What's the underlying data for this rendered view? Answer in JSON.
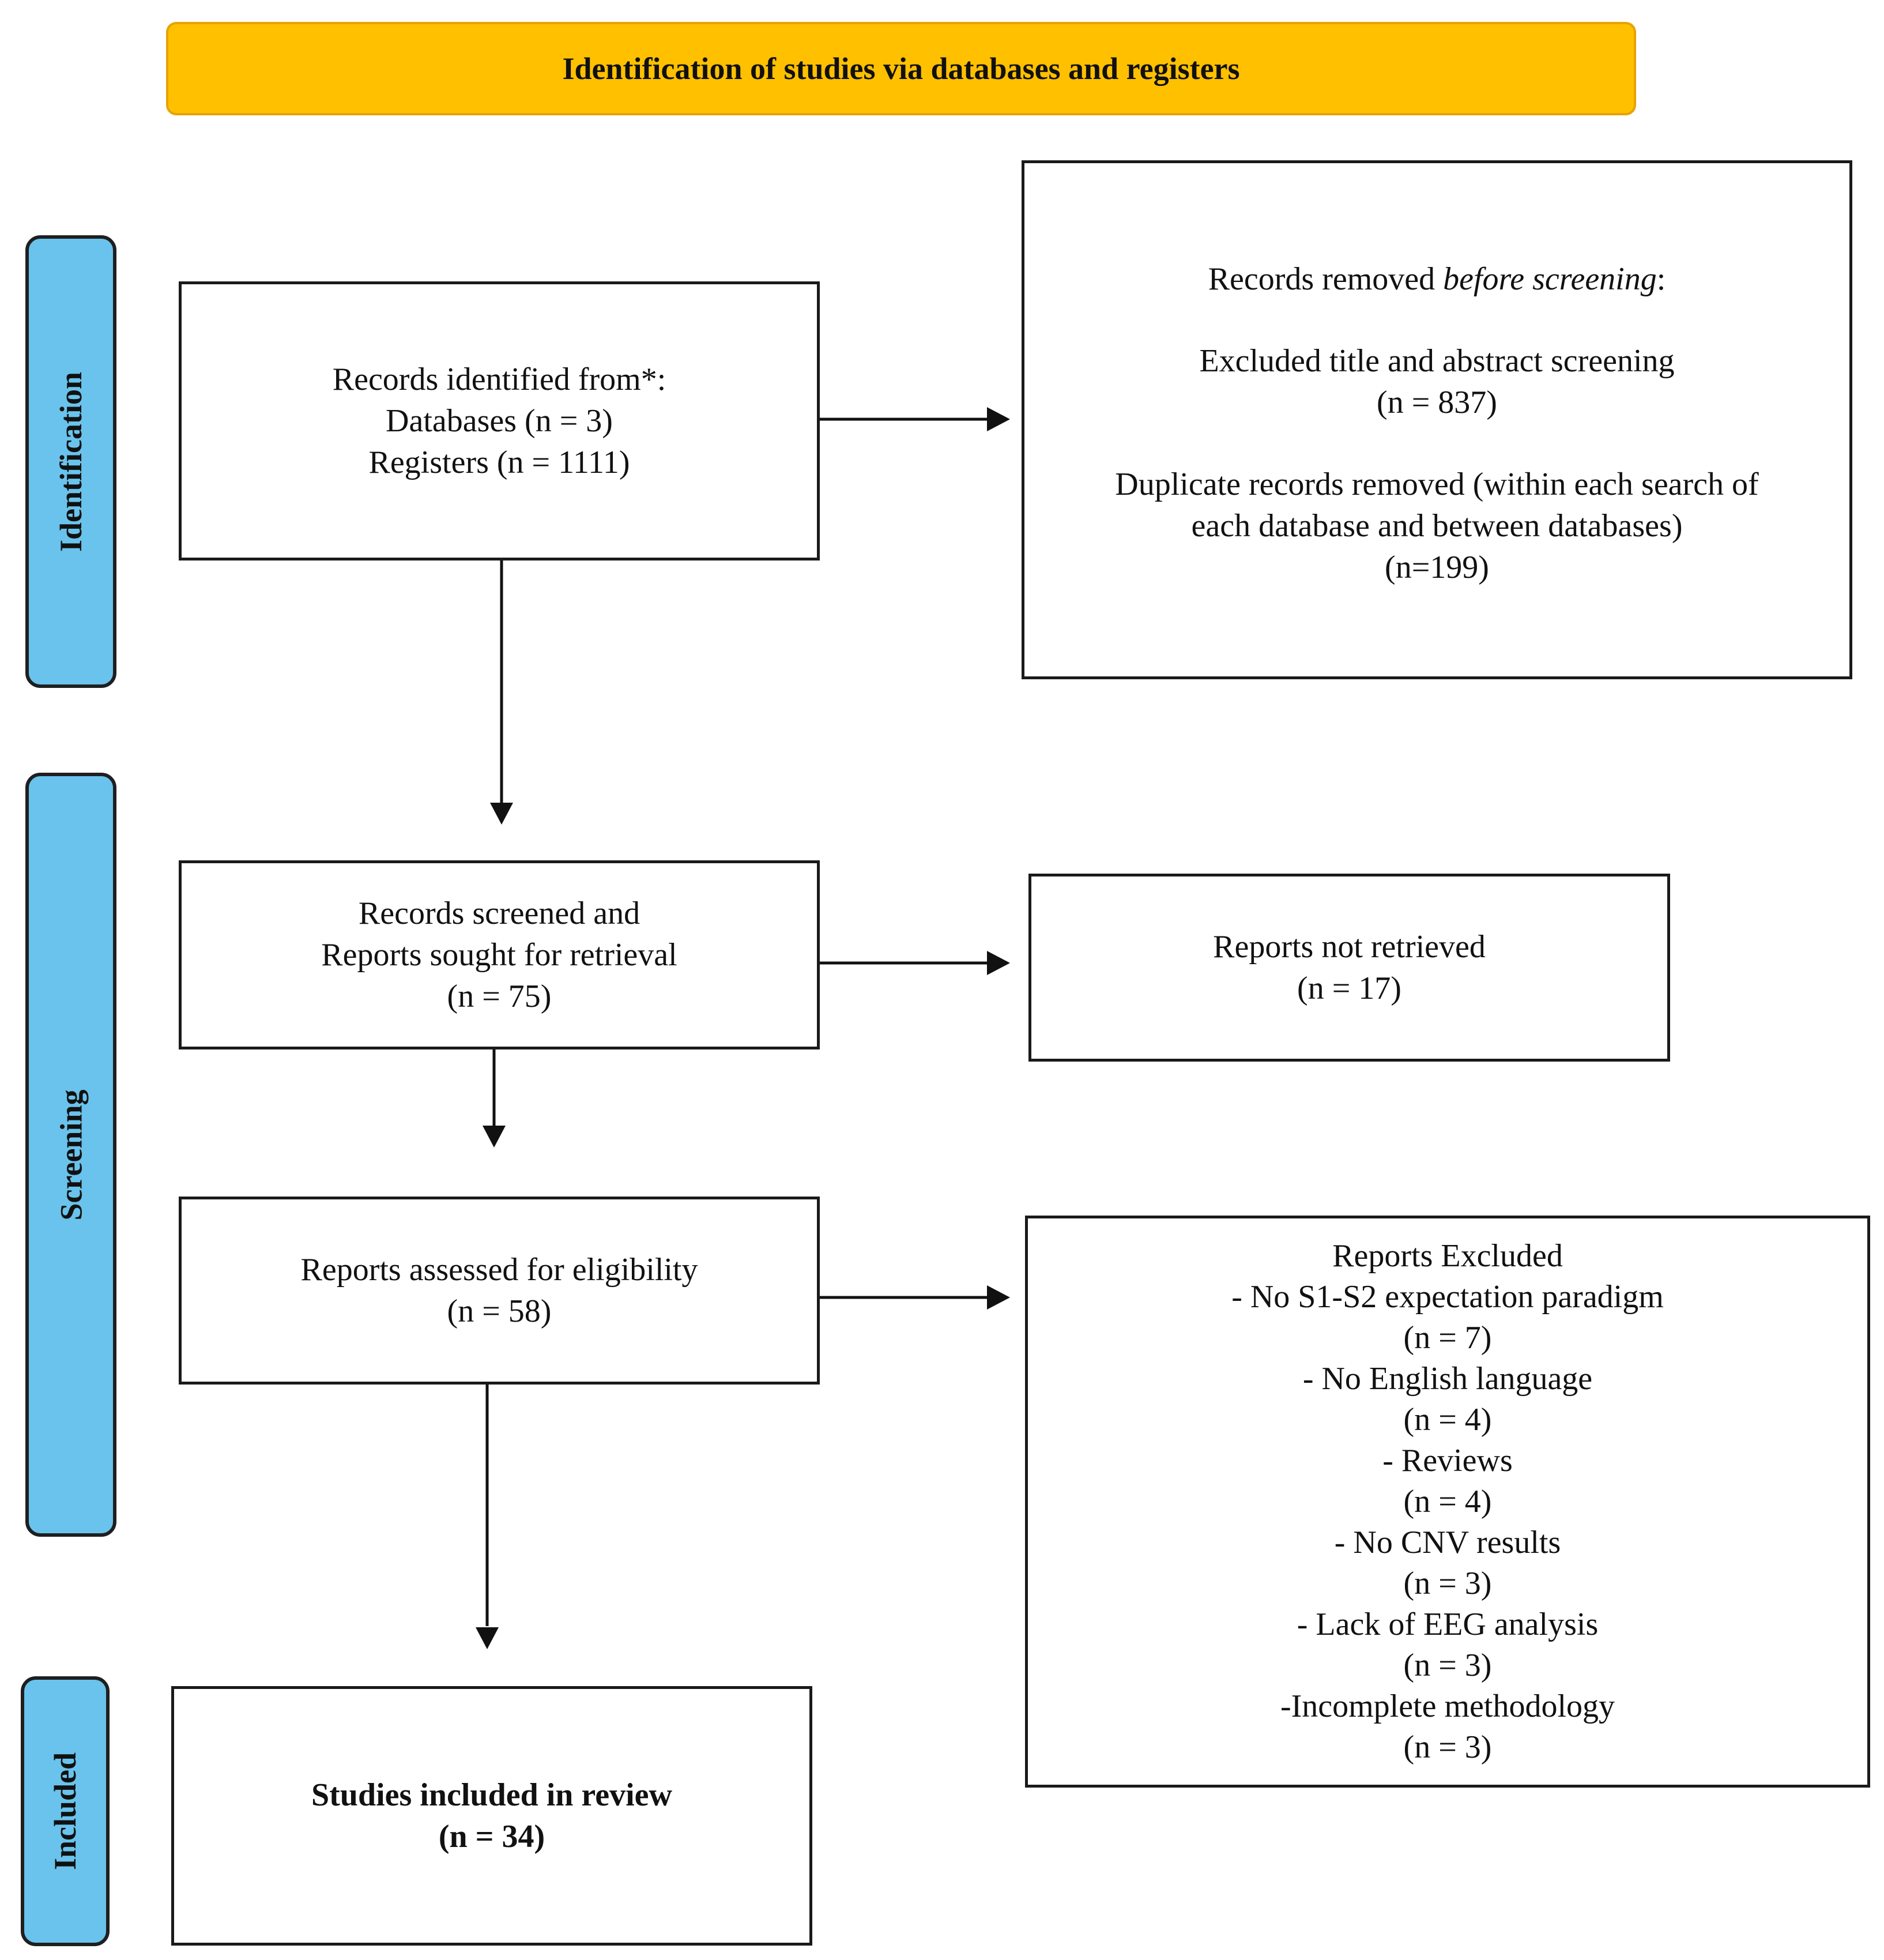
{
  "header": {
    "title": "Identification of studies via databases and registers"
  },
  "phases": {
    "identification": "Identification",
    "screening": "Screening",
    "included": "Included"
  },
  "records_identified": {
    "line1": "Records identified from*:",
    "line2": "Databases (n = 3)",
    "line3": "Registers (n = 1111)"
  },
  "records_removed": {
    "heading_prefix": "Records removed ",
    "heading_italic": "before screening",
    "heading_suffix": ":",
    "excluded_label": "Excluded title and abstract screening",
    "excluded_count": "(n = 837)",
    "duplicate_line1": "Duplicate records removed (within each search of",
    "duplicate_line2": "each database and between databases)",
    "duplicate_count": "(n=199)"
  },
  "records_screened": {
    "line1": "Records screened and",
    "line2": "Reports sought for retrieval",
    "line3": "(n = 75)"
  },
  "not_retrieved": {
    "line1": "Reports not retrieved",
    "line2": "(n = 17)"
  },
  "assessed": {
    "line1": "Reports assessed for eligibility",
    "line2": "(n = 58)"
  },
  "excluded": {
    "heading": "Reports Excluded",
    "items": [
      {
        "reason": "- No S1-S2 expectation paradigm",
        "count": "(n = 7)"
      },
      {
        "reason": "- No English language",
        "count": "(n = 4)"
      },
      {
        "reason": "- Reviews",
        "count": "(n = 4)"
      },
      {
        "reason": "- No CNV results",
        "count": "(n = 3)"
      },
      {
        "reason": "- Lack of EEG analysis",
        "count": "(n = 3)"
      },
      {
        "reason": "-Incomplete methodology",
        "count": "(n = 3)"
      }
    ]
  },
  "included": {
    "line1": "Studies included in review",
    "line2": "(n = 34)"
  }
}
